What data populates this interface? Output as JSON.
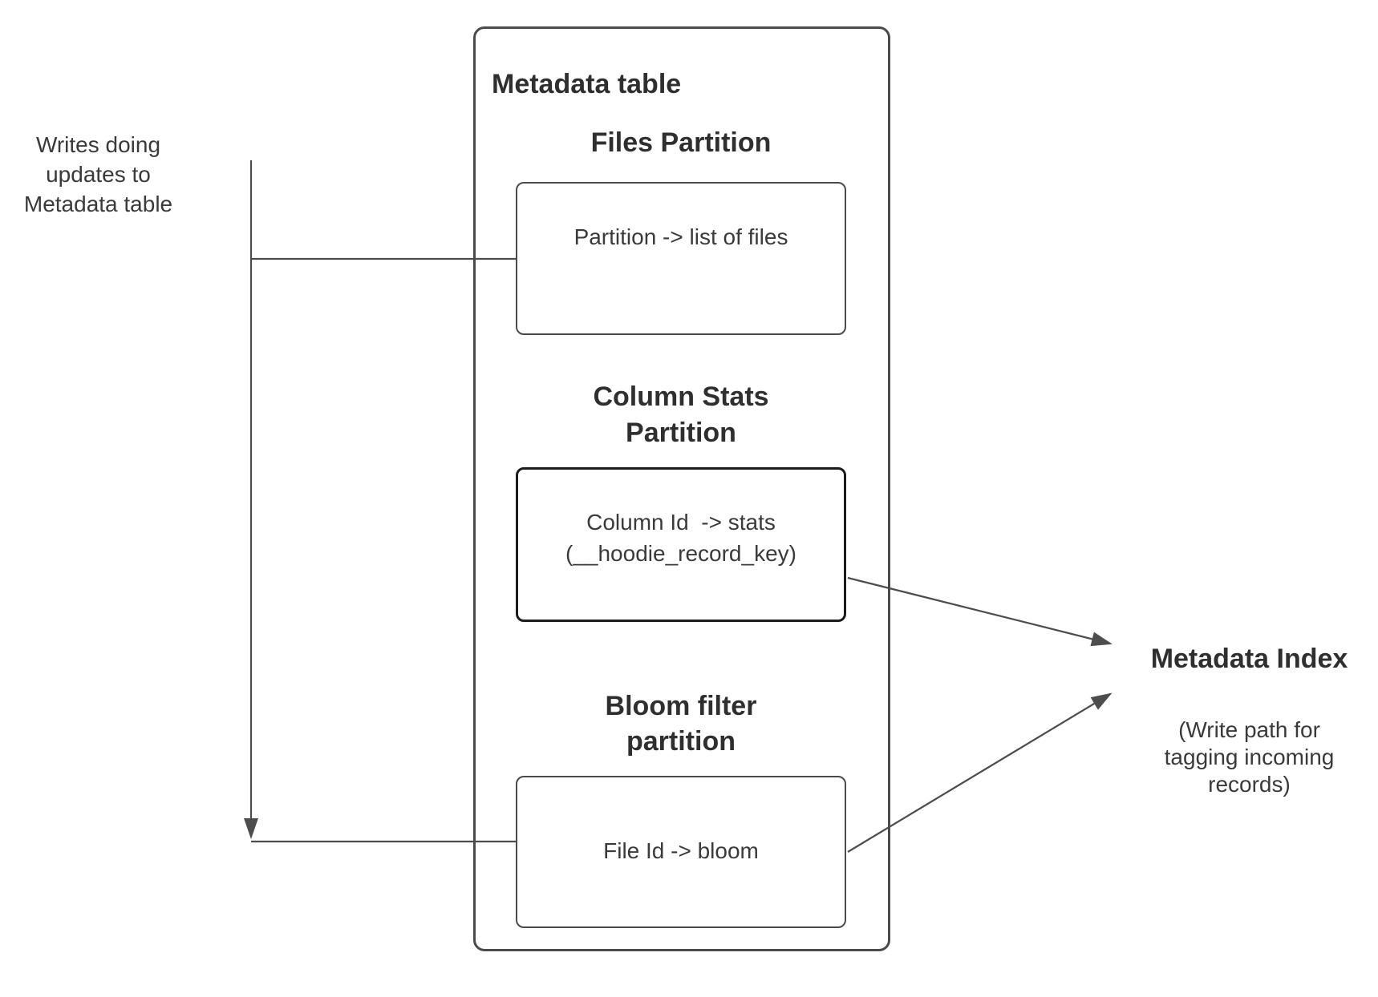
{
  "canvas": {
    "background": "#ffffff"
  },
  "colors": {
    "connector": "#4d4d4d",
    "box_border": "#4b4b4b",
    "emphasis_box_border": "#1c1c1c",
    "heading_text": "#2f2f2f",
    "body_text": "#3a3a3a"
  },
  "left_note": {
    "text": "Writes doing\nupdates to\nMetadata table"
  },
  "metadata_table": {
    "title": "Metadata table",
    "files_partition": {
      "heading": "Files Partition",
      "mapping": "Partition -> list of files"
    },
    "column_stats_partition": {
      "heading": "Column Stats\nPartition",
      "mapping": "Column Id  -> stats\n(__hoodie_record_key)"
    },
    "bloom_filter_partition": {
      "heading": "Bloom filter\npartition",
      "mapping": "File Id -> bloom"
    }
  },
  "metadata_index": {
    "title": "Metadata Index",
    "caption": "(Write path for\ntagging incoming\nrecords)"
  }
}
